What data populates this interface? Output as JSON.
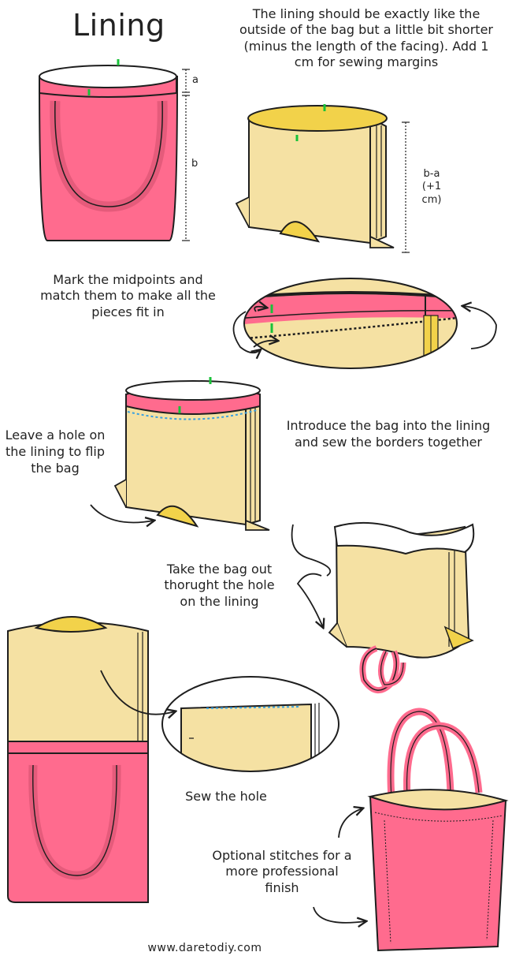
{
  "title": "Lining",
  "intro": "The lining should be exactly like the outside of the bag but a little bit shorter (minus the length of the facing). Add 1 cm for sewing margins",
  "dimensions": {
    "a": "a",
    "b": "b",
    "b_minus_a": "b-a",
    "margin": "(+1 cm)"
  },
  "steps": {
    "mark_midpoints": "Mark the midpoints and match them to make all the pieces fit in",
    "leave_hole": "Leave a hole on the lining to flip the bag",
    "introduce_bag": "Introduce the bag into the lining and sew the borders together",
    "take_out": "Take the bag out thorught the hole on the lining",
    "sew_hole": "Sew the hole",
    "optional_stitches": "Optional stitches for a more professional finish"
  },
  "website": "www.daretodiy.com",
  "colors": {
    "pink": "#ff6b8e",
    "yellow": "#f5e1a3",
    "yellow_dark": "#f2d24a",
    "outline": "#1e1e1e",
    "mark_green": "#19c23a",
    "stitch_blue": "#3aa0e0"
  }
}
